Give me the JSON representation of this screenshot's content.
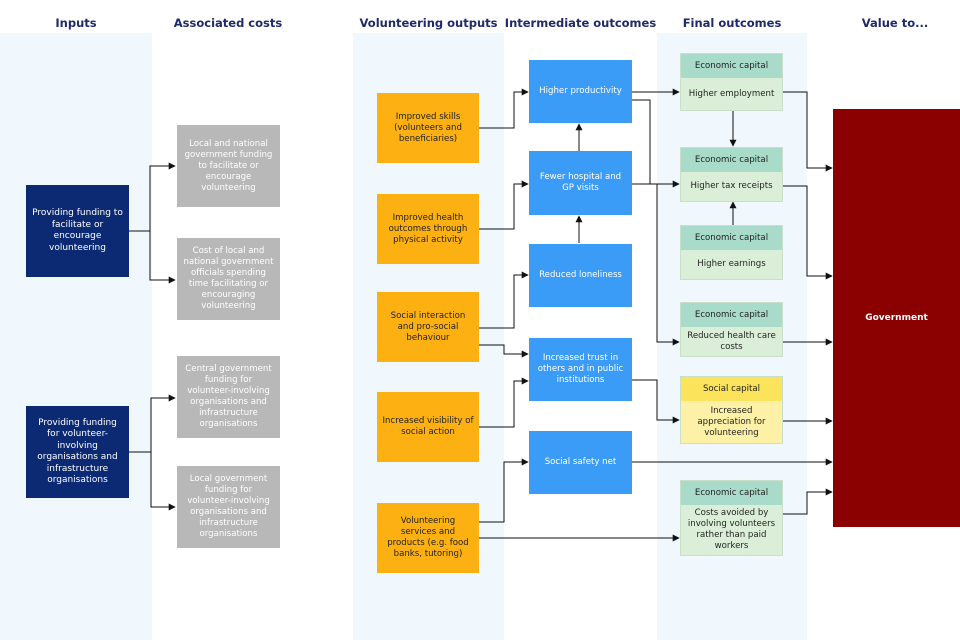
{
  "headers": {
    "inputs": "Inputs",
    "costs": "Associated costs",
    "outputs": "Volunteering outputs",
    "intermediate": "Intermediate outcomes",
    "final": "Final outcomes",
    "value": "Value to..."
  },
  "inputs": {
    "funding_encourage": "Providing funding to facilitate or encourage volunteering",
    "funding_organisations": "Providing funding for volunteer-involving organisations and infrastructure organisations"
  },
  "costs": {
    "local_national_funding": "Local and national government funding to facilitate or encourage volunteering",
    "officials_time": "Cost of local and national government officials spending time facilitating or encouraging volunteering",
    "central_funding": "Central government funding for volunteer-involving organisations and infrastructure organisations",
    "local_funding": "Local government funding for volunteer-involving organisations and infrastructure organisations"
  },
  "outputs": {
    "improved_skills": "Improved skills (volunteers and beneficiaries)",
    "improved_health": "Improved health outcomes through physical activity",
    "social_interaction": "Social interaction and pro-social behaviour",
    "increased_visibility": "Increased visibility of social action",
    "services_products": "Volunteering services and products (e.g. food banks, tutoring)"
  },
  "intermediate": {
    "higher_productivity": "Higher productivity",
    "fewer_visits": "Fewer hospital and GP visits",
    "reduced_loneliness": "Reduced loneliness",
    "increased_trust": "Increased trust in others and in public institutions",
    "safety_net": "Social safety net"
  },
  "final": {
    "higher_employment": {
      "header": "Economic capital",
      "body": "Higher employment"
    },
    "tax_receipts": {
      "header": "Economic capital",
      "body": "Higher tax receipts"
    },
    "higher_earnings": {
      "header": "Economic capital",
      "body": "Higher earnings"
    },
    "health_costs": {
      "header": "Economic capital",
      "body": "Reduced health care costs"
    },
    "appreciation": {
      "header": "Social capital",
      "body": "Increased appreciation for volunteering"
    },
    "costs_avoided": {
      "header": "Economic capital",
      "body": "Costs avoided by involving volunteers rather than paid workers"
    }
  },
  "value": {
    "government": "Government"
  },
  "colors": {
    "navy": "#0b2a73",
    "grey": "#b8b8b8",
    "orange": "#fcb012",
    "blue": "#3b9cf7",
    "economic_header": "#a8dbc9",
    "economic_body": "#dbefd8",
    "social_header": "#fbe35c",
    "social_body": "#fdf1a8",
    "government": "#8b0000",
    "band": "#f1f8fd",
    "header_text": "#1f2a6b"
  }
}
